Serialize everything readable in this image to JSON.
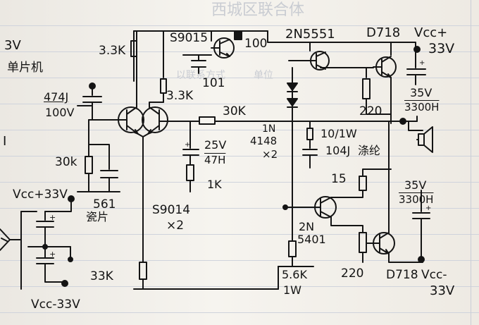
{
  "labels": {
    "q_top": "S9015",
    "q_driver": "2N5551",
    "q_out_top": "D718",
    "vcc_pos_right": "Vcc+",
    "v33_top": "33V",
    "r_3k3_a": "3.3K",
    "r_3k3_b": "3.3K",
    "r_100": "100",
    "c_101": "101",
    "c_474_a": "474J",
    "c_474_b": "100V",
    "r_30k_top": "30K",
    "diode_1n": "1N",
    "diode_4148": "4148",
    "diode_x2": "×2",
    "r_10_1w": "10/1W",
    "c_104_a": "104J",
    "c_104_b": "涤纶",
    "r_220_top": "220",
    "c_35v_top": "35V",
    "c_3300_top": "3300H",
    "c_25v": "25V",
    "c_47": "47H",
    "r_1k": "1K",
    "r_30k_left": "30k",
    "c_561": "561",
    "c_561_type": "瓷片",
    "vcc_pos_left": "Vcc+33V",
    "q_pair": "S9014",
    "q_pair_x2": "×2",
    "r_15": "15",
    "c_35v_bot": "35V",
    "c_3300_bot": "3300H",
    "q_2n": "2N",
    "q_5401": "5401",
    "r_5k6": "5.6K",
    "r_5k6_w": "1W",
    "r_220_bot": "220",
    "q_out_bot": "D718",
    "vcc_neg_right": "Vcc-",
    "v33_bot": "33V",
    "r_33k": "33K",
    "vcc_neg_left": "Vcc-33V",
    "page_left_3v": "3V",
    "page_left_mcu": "单片机",
    "page_left_edge": "I"
  },
  "faded_print": {
    "top": "西城区联合体",
    "mid": "以联系方式",
    "mid2": "单位"
  },
  "colors": {
    "ink": "#141414",
    "paper": "#f2efe9",
    "rule": "#cfd3dc"
  }
}
